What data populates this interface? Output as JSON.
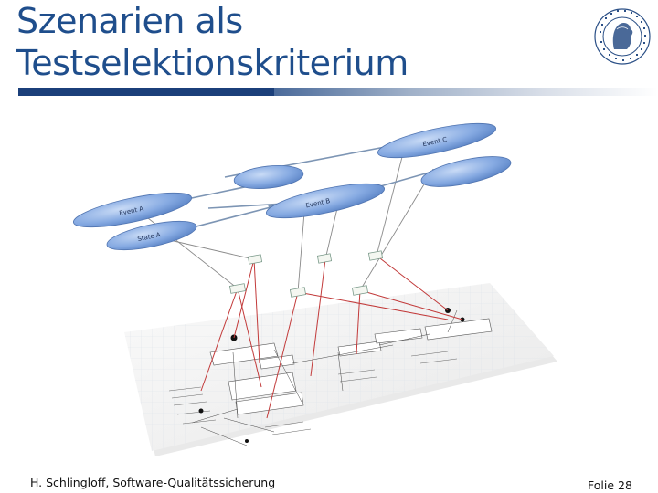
{
  "slide": {
    "title_line1": "Szenarien als",
    "title_line2": "Testselektionskriterium"
  },
  "figure": {
    "nodes": {
      "event_a": "Event A",
      "event_b": "Event B",
      "event_c": "Event C",
      "state_a": "State A"
    }
  },
  "footer": {
    "author_course": "H. Schlingloff, Software-Qualitätssicherung",
    "slide_number": "Folie 28"
  },
  "colors": {
    "title": "#1f4e8c",
    "bar": "#1b3f7a",
    "node_fill": "#7fa6e0",
    "connector": "#c23a3a"
  }
}
